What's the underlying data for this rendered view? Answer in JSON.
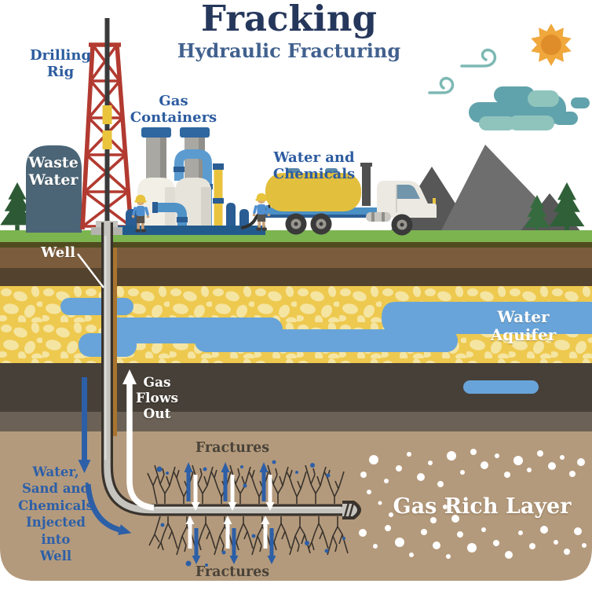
{
  "title": "Fracking",
  "subtitle": "Hydraulic Fracturing",
  "labels": {
    "drilling_rig": "Drilling\nRig",
    "waste_water": "Waste\nWater",
    "gas_containers": "Gas\nContainers",
    "water_and_chemicals": "Water and Chemicals",
    "well": "Well",
    "water_aquifer": "Water Aquifer",
    "gas_flows_out": "Gas\nFlows\nOut",
    "injection": "Water,\nSand and\nChemicals\nInjected into\nWell",
    "fractures_top": "Fractures",
    "fractures_bottom": "Fractures",
    "gas_rich_layer": "Gas Rich Layer"
  },
  "palette": {
    "title_navy": "#26375c",
    "subtitle_blue": "#41618e",
    "label_blue": "#2c5ca0",
    "injection_blue": "#2d5fa7",
    "grass_green": "#7cb450",
    "soil_brown": "#7b5d3d",
    "soil_dark_brown": "#53422d",
    "sand_yellow": "#eec94f",
    "pebble_cream": "#f5e5a2",
    "water_blue": "#68a4d9",
    "rock_dark": "#474038",
    "rock_grey": "#6b6156",
    "gas_layer_tan": "#b49a7c",
    "rig_red": "#b23a30",
    "pipe_blue": "#5b9bd0",
    "pipe_navy": "#2a5d94",
    "pipe_yellow": "#e9c33e",
    "truck_yellow": "#e3bf3e",
    "chassis_blue": "#4a90c4",
    "waste_tank_slate": "#4b6577",
    "sun_orange": "#f0a73b",
    "cloud_teal": "#61a3ac",
    "tree_green": "#2e5a36",
    "fracture_dark": "#39332d"
  },
  "scene_icons": [
    "sun-icon",
    "wind-swirl-icon",
    "cloud-icon",
    "mountain-icon",
    "pine-tree-icon",
    "drilling-rig-icon",
    "waste-water-tank-icon",
    "gas-containers-icon",
    "pipes-icon",
    "tanker-truck-icon",
    "worker-icon",
    "wellhead-icon",
    "well-pipe-icon",
    "drill-bit-icon",
    "fracture-icon",
    "gas-bubble-icon",
    "injection-arrow-icon",
    "gas-flow-arrow-icon",
    "water-aquifer-shape"
  ]
}
